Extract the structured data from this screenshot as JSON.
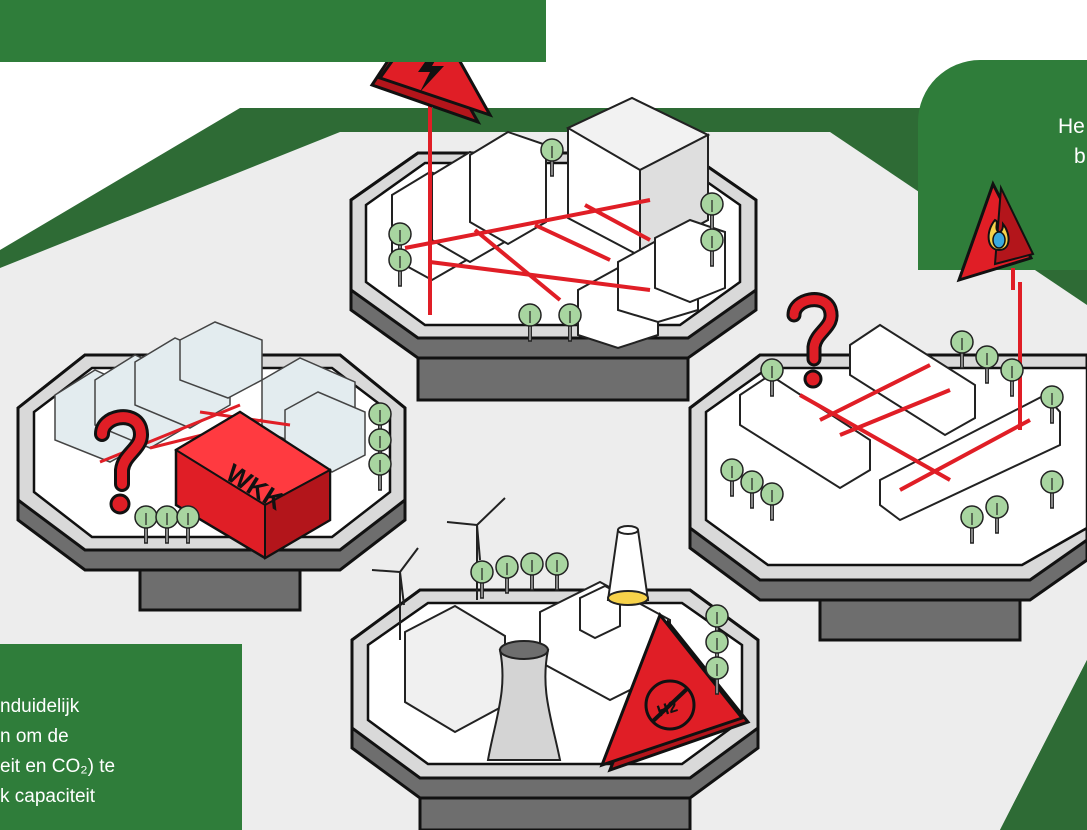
{
  "callouts": {
    "top": {
      "lines": []
    },
    "right": {
      "lines": [
        "He",
        "b"
      ]
    },
    "left": {
      "lines": [
        "nduidelijk",
        "n om de",
        "eit en CO₂) te",
        "k capaciteit"
      ]
    }
  },
  "labels": {
    "wkk": "WKK",
    "h2": "H2"
  },
  "colors": {
    "callout_green": "#2f7d3a",
    "platform_dark_green": "#2e6b35",
    "platform_light": "#ededed",
    "grid_red": "#e01e26",
    "tree_green": "#a8d5a0"
  },
  "icons": [
    "electricity-warning-icon",
    "gas-flame-warning-icon",
    "question-mark-icon",
    "no-hydrogen-warning-icon"
  ]
}
